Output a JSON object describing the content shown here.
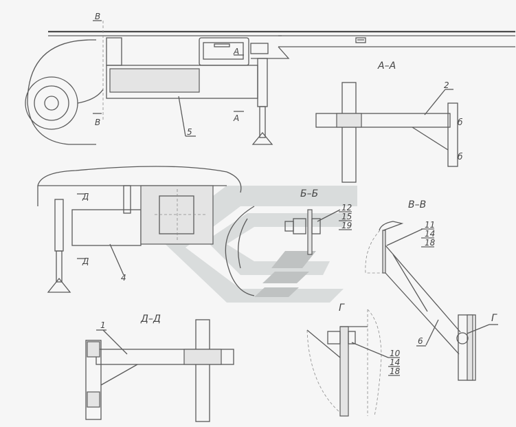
{
  "section_marks": {
    "v": "В",
    "a": "А",
    "d": "Д"
  },
  "views": {
    "a_a": {
      "title": "А–А",
      "part": "2",
      "mark_b": "б"
    },
    "b_b": {
      "title": "Б–Б",
      "callout": [
        "12",
        "15",
        "19"
      ]
    },
    "v_v": {
      "title": "В–В",
      "callout": [
        "11",
        "14",
        "18"
      ],
      "part": "6",
      "detail_mark": "Г"
    },
    "g": {
      "title": "Г",
      "callout": [
        "10",
        "14",
        "18"
      ]
    },
    "d_d": {
      "title": "Д–Д",
      "part": "1"
    }
  },
  "side_view": {
    "part": "5"
  },
  "front_view": {
    "part": "4"
  }
}
